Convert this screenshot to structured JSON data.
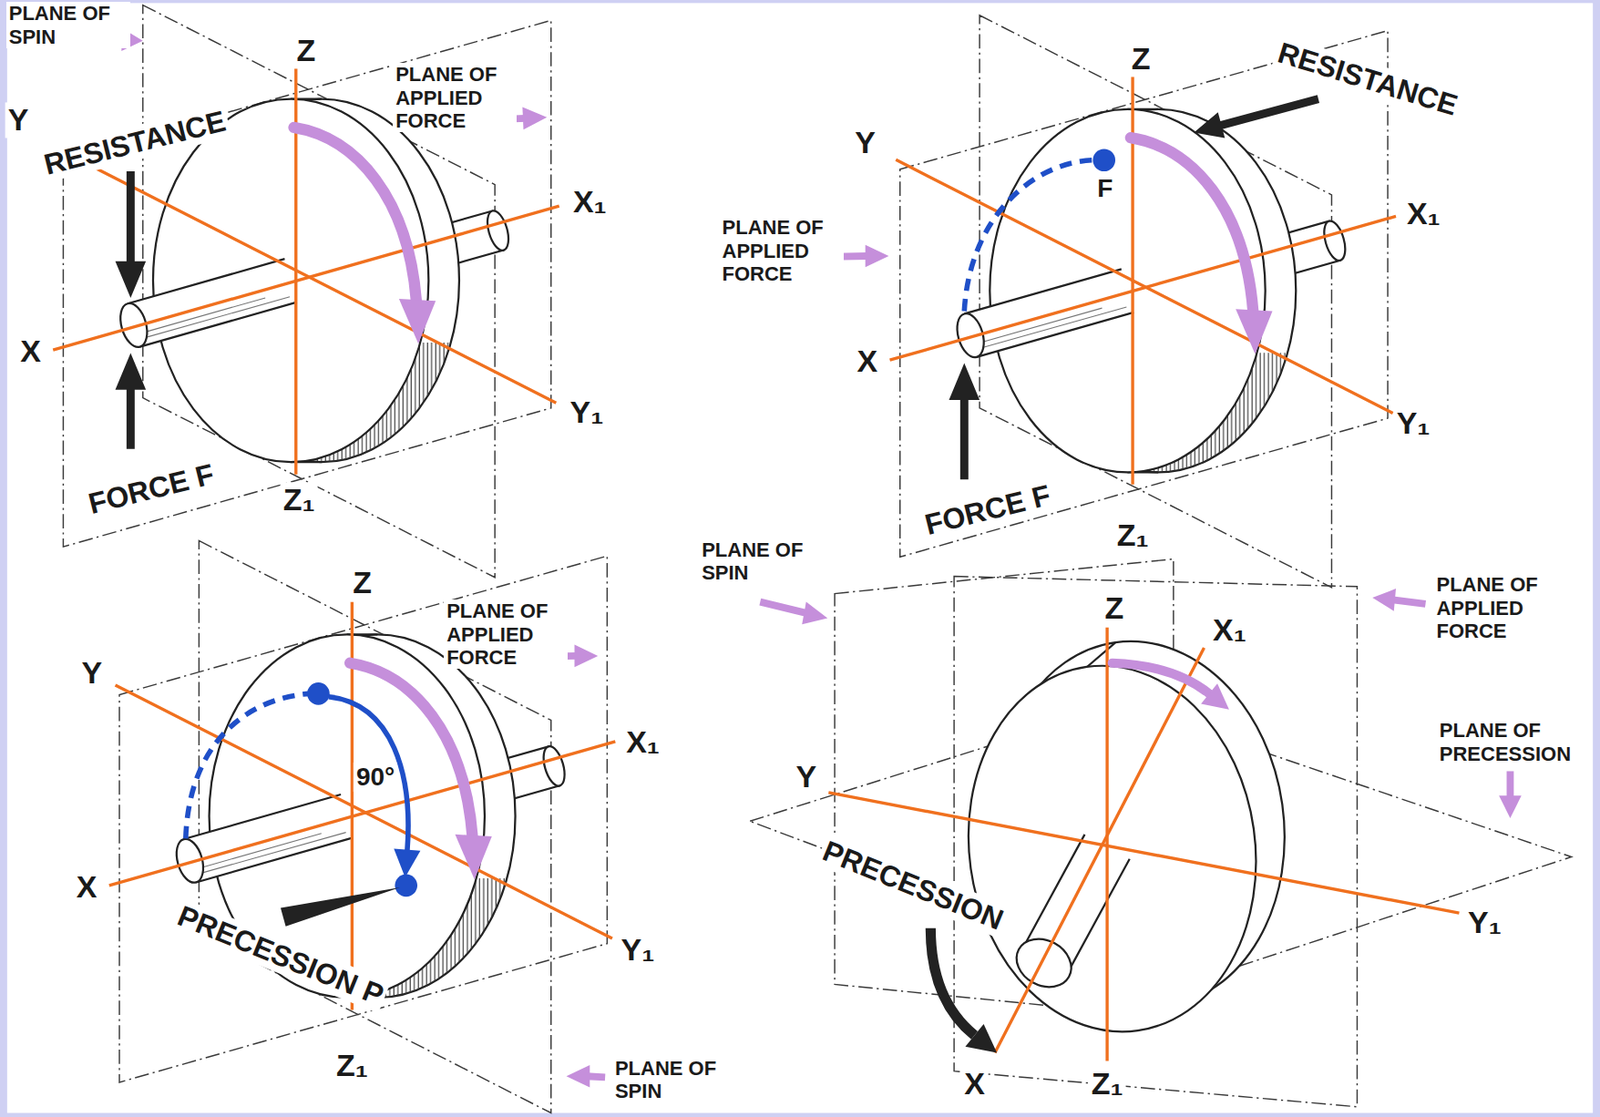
{
  "diagram": {
    "labels": [
      "PLANE OF SPIN",
      "Y",
      "RESISTANCE",
      "Z",
      "PLANE OF APPLIED FORCE",
      "X₁",
      "X",
      "Y₁",
      "FORCE F",
      "Z₁",
      "Z",
      "RESISTANCE",
      "Y",
      "F",
      "X₁",
      "PLANE OF APPLIED FORCE",
      "X",
      "Y₁",
      "FORCE F",
      "Z₁",
      "Z",
      "PLANE OF APPLIED FORCE",
      "Y",
      "X₁",
      "90°",
      "X",
      "PRECESSION P",
      "Y₁",
      "Z₁",
      "PLANE OF SPIN",
      "PLANE OF SPIN",
      "Z",
      "X₁",
      "PLANE OF APPLIED FORCE",
      "PLANE OF PRECESSION",
      "Y",
      "PRECESSION",
      "Y₁",
      "X",
      "Z₁"
    ]
  }
}
